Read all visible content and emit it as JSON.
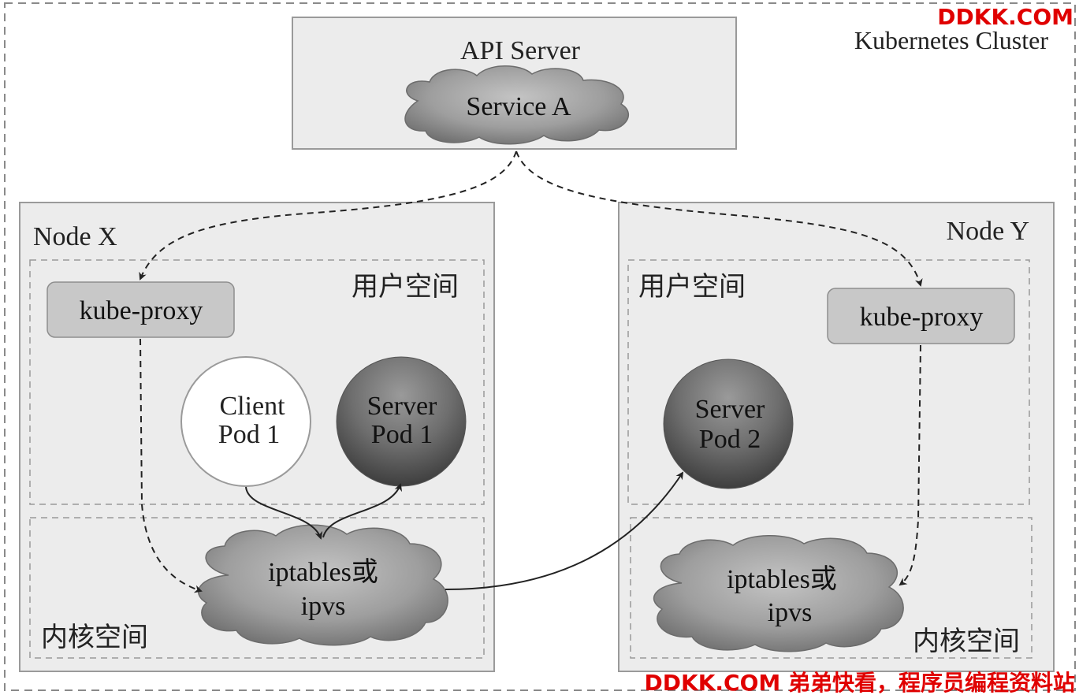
{
  "cluster": {
    "label": "Kubernetes Cluster"
  },
  "api_server": {
    "title": "API Server",
    "service_label": "Service A"
  },
  "node_x": {
    "title": "Node X",
    "user_space_label": "用户空间",
    "kernel_space_label": "内核空间",
    "kube_proxy_label": "kube-proxy",
    "client_pod": {
      "line1": "Client",
      "line2": "Pod 1"
    },
    "server_pod": {
      "line1": "Server",
      "line2": "Pod 1"
    },
    "iptables": {
      "line1": "iptables或",
      "line2": "ipvs"
    }
  },
  "node_y": {
    "title": "Node Y",
    "user_space_label": "用户空间",
    "kernel_space_label": "内核空间",
    "kube_proxy_label": "kube-proxy",
    "server_pod": {
      "line1": "Server",
      "line2": "Pod 2"
    },
    "iptables": {
      "line1": "iptables或",
      "line2": "ipvs"
    }
  },
  "watermark": {
    "top": "DDKK.COM",
    "bottom": "DDKK.COM 弟弟快看，程序员编程资料站"
  },
  "colors": {
    "node_fill": "#ececec",
    "box_stroke": "#9a9a9a",
    "kube_proxy_fill": "#c8c8c8",
    "cloud_fill": "#8a8a8a",
    "dark_pod": "#4a4a4a",
    "watermark": "#e00000"
  }
}
